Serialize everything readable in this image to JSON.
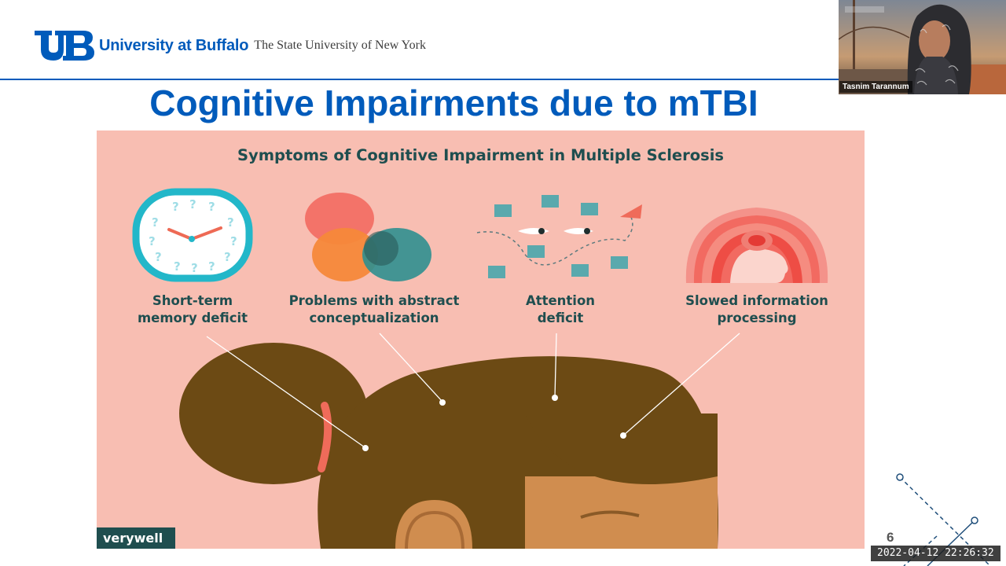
{
  "header": {
    "brand_name": "University at Buffalo",
    "brand_subtitle": "The State University of New York",
    "brand_color": "#005bbb"
  },
  "slide": {
    "title": "Cognitive Impairments due to mTBI",
    "page_number": "6"
  },
  "infographic": {
    "title": "Symptoms of Cognitive Impairment in Multiple Sclerosis",
    "background_color": "#f8beb2",
    "symptoms": [
      {
        "label": "Short-term\nmemory deficit",
        "icon": "clock-icon"
      },
      {
        "label": "Problems with abstract\nconceptualization",
        "icon": "venn-diagram-icon"
      },
      {
        "label": "Attention\ndeficit",
        "icon": "scattered-squares-icon"
      },
      {
        "label": "Slowed information\nprocessing",
        "icon": "head-radiating-icon"
      }
    ],
    "source_badge": "verywell"
  },
  "webcam": {
    "participant_name": "Tasnim Tarannum"
  },
  "recording": {
    "timestamp": "2022-04-12  22:26:32"
  }
}
